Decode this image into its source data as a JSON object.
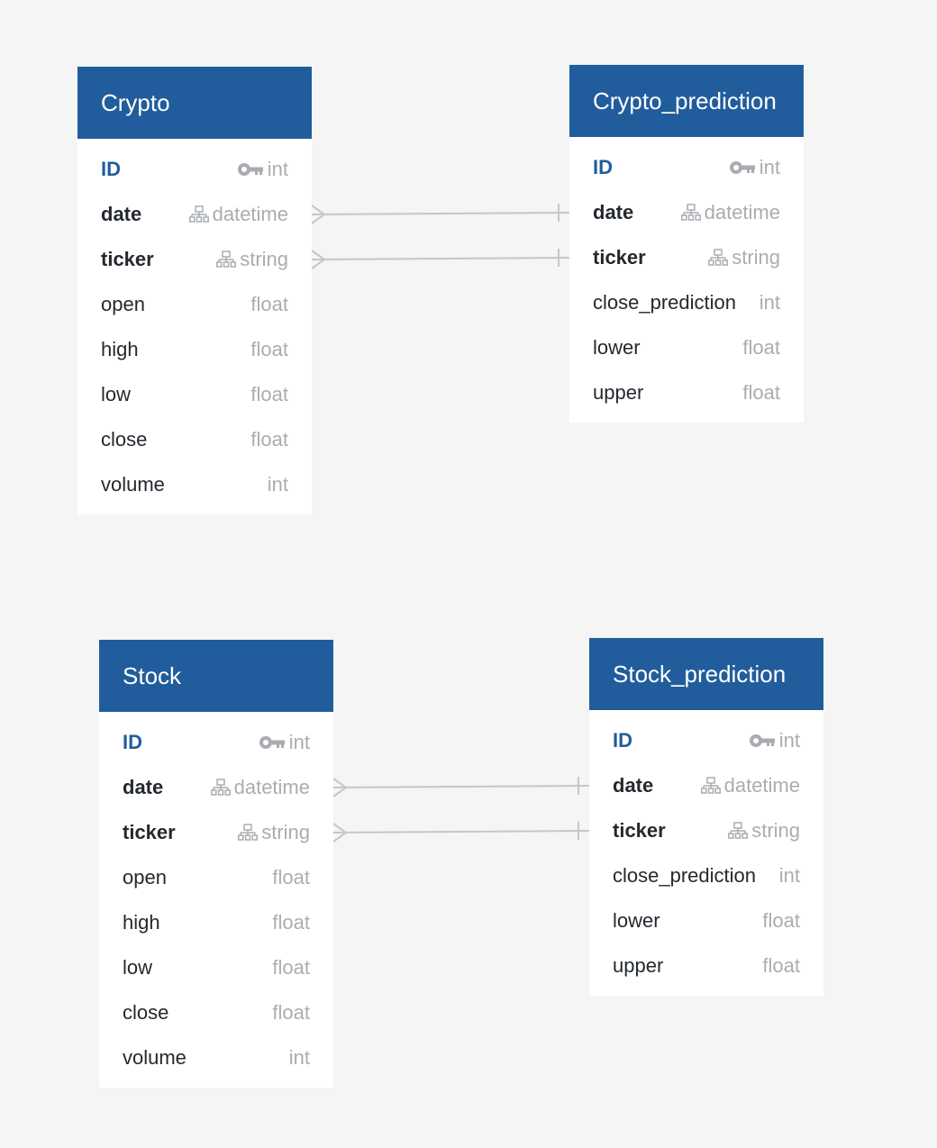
{
  "colors": {
    "background": "#f4f5f4",
    "header": "#215d9c",
    "primary_key_text": "#215d9c",
    "type_text": "#a9adb2",
    "connector": "#c4c7ca"
  },
  "tables": {
    "crypto": {
      "title": "Crypto",
      "columns": [
        {
          "name": "ID",
          "type": "int",
          "icon": "key-icon"
        },
        {
          "name": "date",
          "type": "datetime",
          "icon": "relation-icon"
        },
        {
          "name": "ticker",
          "type": "string",
          "icon": "relation-icon"
        },
        {
          "name": "open",
          "type": "float"
        },
        {
          "name": "high",
          "type": "float"
        },
        {
          "name": "low",
          "type": "float"
        },
        {
          "name": "close",
          "type": "float"
        },
        {
          "name": "volume",
          "type": "int"
        }
      ]
    },
    "crypto_prediction": {
      "title": "Crypto_prediction",
      "columns": [
        {
          "name": "ID",
          "type": "int",
          "icon": "key-icon"
        },
        {
          "name": "date",
          "type": "datetime",
          "icon": "relation-icon"
        },
        {
          "name": "ticker",
          "type": "string",
          "icon": "relation-icon"
        },
        {
          "name": "close_prediction",
          "type": "int"
        },
        {
          "name": "lower",
          "type": "float"
        },
        {
          "name": "upper",
          "type": "float"
        }
      ]
    },
    "stock": {
      "title": "Stock",
      "columns": [
        {
          "name": "ID",
          "type": "int",
          "icon": "key-icon"
        },
        {
          "name": "date",
          "type": "datetime",
          "icon": "relation-icon"
        },
        {
          "name": "ticker",
          "type": "string",
          "icon": "relation-icon"
        },
        {
          "name": "open",
          "type": "float"
        },
        {
          "name": "high",
          "type": "float"
        },
        {
          "name": "low",
          "type": "float"
        },
        {
          "name": "close",
          "type": "float"
        },
        {
          "name": "volume",
          "type": "int"
        }
      ]
    },
    "stock_prediction": {
      "title": "Stock_prediction",
      "columns": [
        {
          "name": "ID",
          "type": "int",
          "icon": "key-icon"
        },
        {
          "name": "date",
          "type": "datetime",
          "icon": "relation-icon"
        },
        {
          "name": "ticker",
          "type": "string",
          "icon": "relation-icon"
        },
        {
          "name": "close_prediction",
          "type": "int"
        },
        {
          "name": "lower",
          "type": "float"
        },
        {
          "name": "upper",
          "type": "float"
        }
      ]
    }
  },
  "relationships": [
    {
      "from": "crypto.date",
      "to": "crypto_prediction.date",
      "from_end": "many",
      "to_end": "one"
    },
    {
      "from": "crypto.ticker",
      "to": "crypto_prediction.ticker",
      "from_end": "many",
      "to_end": "one"
    },
    {
      "from": "stock.date",
      "to": "stock_prediction.date",
      "from_end": "many",
      "to_end": "one"
    },
    {
      "from": "stock.ticker",
      "to": "stock_prediction.ticker",
      "from_end": "many",
      "to_end": "one"
    }
  ]
}
